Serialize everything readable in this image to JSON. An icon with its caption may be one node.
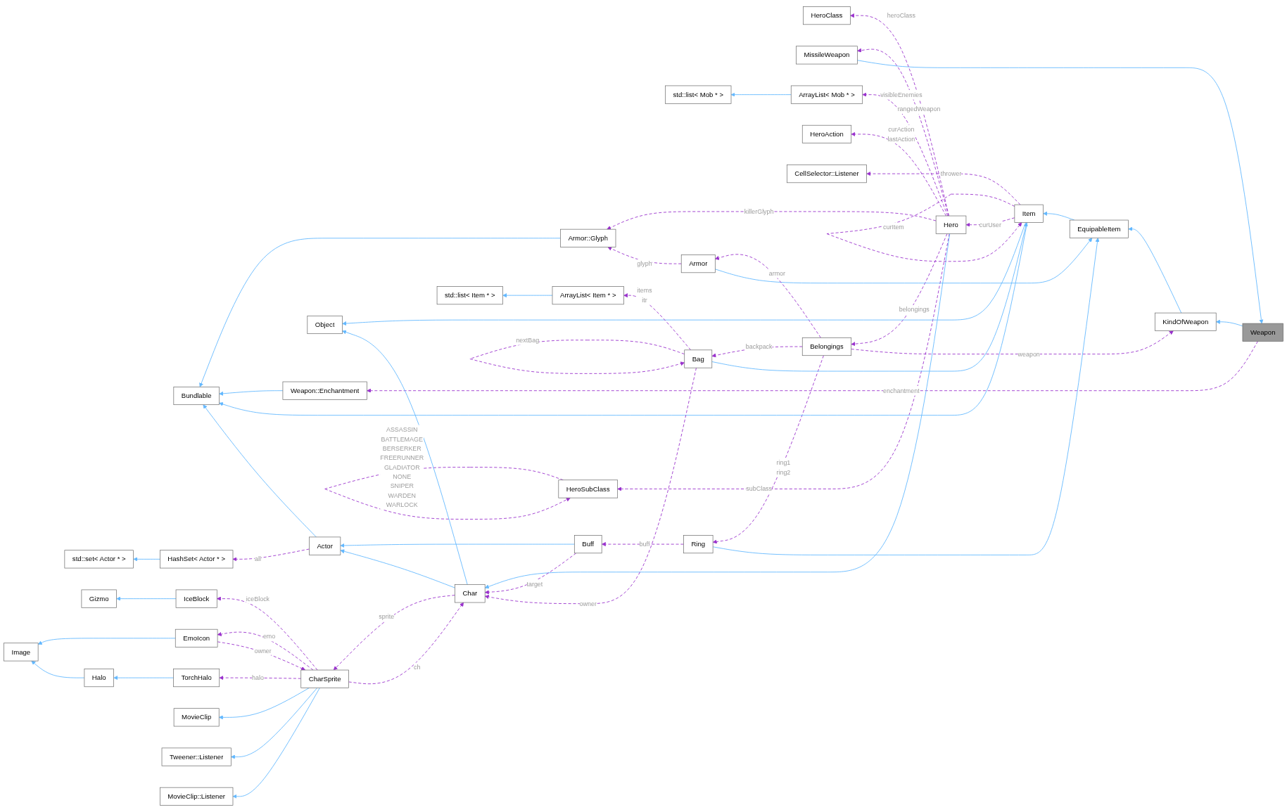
{
  "diagram": {
    "nodes": [
      {
        "text": [
          "Armor::Glyph"
        ]
      },
      {
        "text": [
          "HeroClass"
        ]
      },
      {
        "text": [
          "HeroSubClass"
        ]
      },
      {
        "text": [
          "Weapon"
        ]
      },
      {
        "text": [
          "MissileWeapon"
        ]
      },
      {
        "text": [
          "std::list< Mob * >"
        ]
      },
      {
        "text": [
          "ArrayList< Mob * >"
        ]
      },
      {
        "text": [
          "Hero"
        ]
      },
      {
        "text": [
          "Armor"
        ]
      },
      {
        "text": [
          "Weapon::Enchantment"
        ]
      },
      {
        "text": [
          "Bundlable"
        ]
      },
      {
        "text": [
          "HeroAction"
        ]
      },
      {
        "text": [
          "CellSelector::Listener"
        ]
      },
      {
        "text": [
          "EquipableItem"
        ]
      },
      {
        "text": [
          "KindOfWeapon"
        ]
      },
      {
        "text": [
          "Belongings"
        ]
      },
      {
        "text": [
          "Item"
        ]
      },
      {
        "text": [
          "Ring"
        ]
      },
      {
        "text": [
          "Object"
        ]
      },
      {
        "text": [
          "Buff"
        ]
      },
      {
        "text": [
          "std::set< Actor * >"
        ]
      },
      {
        "text": [
          "HashSet< Actor * >"
        ]
      },
      {
        "text": [
          "Actor"
        ]
      },
      {
        "text": [
          "Char"
        ]
      },
      {
        "text": [
          "Bag"
        ]
      },
      {
        "text": [
          "std::list< Item * >"
        ]
      },
      {
        "text": [
          "ArrayList< Item * >"
        ]
      },
      {
        "text": [
          "Image"
        ]
      },
      {
        "text": [
          "EmoIcon"
        ]
      },
      {
        "text": [
          "Gizmo"
        ]
      },
      {
        "text": [
          "IceBlock"
        ]
      },
      {
        "text": [
          "CharSprite"
        ]
      },
      {
        "text": [
          "Halo"
        ]
      },
      {
        "text": [
          "TorchHalo"
        ]
      },
      {
        "text": [
          "MovieClip"
        ]
      },
      {
        "text": [
          "Tweener::Listener"
        ]
      },
      {
        "text": [
          "MovieClip::Listener"
        ]
      }
    ],
    "edges": [
      {
        "from": 0,
        "to": 10,
        "arrow": "to",
        "color": "#63b8ff"
      },
      {
        "from": 3,
        "to": 14,
        "arrow": "to",
        "color": "#63b8ff"
      },
      {
        "from": 3,
        "to": 9,
        "arrow": "to",
        "label": "enchantment",
        "style": "dashed"
      },
      {
        "from": 2,
        "to": 2,
        "arrow": "to",
        "label": "ASSASSIN BATTLEMAGE BERSERKER FREERUNNER GLADIATOR NONE SNIPER WARDEN WARLOCK",
        "style": "dashed"
      },
      {
        "from": 4,
        "to": 3,
        "arrow": "to",
        "color": "#63b8ff"
      },
      {
        "from": 6,
        "to": 5,
        "arrow": "to",
        "color": "#63b8ff"
      },
      {
        "from": 7,
        "to": 0,
        "arrow": "to",
        "label": "killerGlyph",
        "style": "dashed"
      },
      {
        "from": 7,
        "to": 1,
        "arrow": "to",
        "label": "heroClass",
        "style": "dashed"
      },
      {
        "from": 7,
        "to": 2,
        "arrow": "to",
        "label": "subClass",
        "style": "dashed"
      },
      {
        "from": 7,
        "to": 4,
        "arrow": "to",
        "label": "rangedWeapon",
        "style": "dashed"
      },
      {
        "from": 7,
        "to": 6,
        "arrow": "to",
        "label": "visibleEnemies",
        "style": "dashed"
      },
      {
        "from": 7,
        "to": 11,
        "arrow": "to",
        "label": "curAction lastAction",
        "style": "dashed"
      },
      {
        "from": 7,
        "to": 15,
        "arrow": "to",
        "label": "belongings",
        "style": "dashed"
      },
      {
        "from": 7,
        "to": 23,
        "arrow": "to",
        "color": "#63b8ff"
      },
      {
        "from": 8,
        "to": 0,
        "arrow": "to",
        "label": "glyph",
        "style": "dashed"
      },
      {
        "from": 8,
        "to": 13,
        "arrow": "to",
        "color": "#63b8ff"
      },
      {
        "from": 9,
        "to": 10,
        "arrow": "to",
        "color": "#63b8ff"
      },
      {
        "from": 13,
        "to": 16,
        "arrow": "to",
        "color": "#63b8ff"
      },
      {
        "from": 14,
        "to": 13,
        "arrow": "to",
        "color": "#63b8ff"
      },
      {
        "from": 15,
        "to": 8,
        "arrow": "to",
        "label": "armor",
        "style": "dashed"
      },
      {
        "from": 15,
        "to": 14,
        "arrow": "to",
        "label": "weapon",
        "style": "dashed"
      },
      {
        "from": 15,
        "to": 17,
        "arrow": "to",
        "label": "ring1 ring2",
        "style": "dashed"
      },
      {
        "from": 15,
        "to": 24,
        "arrow": "to",
        "label": "backpack",
        "style": "dashed"
      },
      {
        "from": 16,
        "to": 7,
        "arrow": "to",
        "label": "curUser",
        "style": "dashed"
      },
      {
        "from": 16,
        "to": 16,
        "arrow": "to",
        "label": "curItem",
        "style": "dashed"
      },
      {
        "from": 16,
        "to": 12,
        "arrow": "to",
        "label": "thrower",
        "style": "dashed"
      },
      {
        "from": 16,
        "to": 10,
        "arrow": "to",
        "color": "#63b8ff"
      },
      {
        "from": 16,
        "to": 18,
        "arrow": "to",
        "color": "#63b8ff"
      },
      {
        "from": 17,
        "to": 13,
        "arrow": "to",
        "color": "#63b8ff"
      },
      {
        "from": 17,
        "to": 19,
        "arrow": "to",
        "label": "buff",
        "style": "dashed"
      },
      {
        "from": 19,
        "to": 22,
        "arrow": "to",
        "color": "#63b8ff"
      },
      {
        "from": 19,
        "to": 23,
        "arrow": "to",
        "label": "target",
        "style": "dashed"
      },
      {
        "from": 21,
        "to": 20,
        "arrow": "to",
        "color": "#63b8ff"
      },
      {
        "from": 22,
        "to": 21,
        "arrow": "to",
        "label": "all",
        "style": "dashed"
      },
      {
        "from": 22,
        "to": 10,
        "arrow": "to",
        "color": "#63b8ff"
      },
      {
        "from": 23,
        "to": 18,
        "arrow": "to",
        "color": "#63b8ff"
      },
      {
        "from": 23,
        "to": 22,
        "arrow": "to",
        "color": "#63b8ff"
      },
      {
        "from": 23,
        "to": 31,
        "arrow": "to",
        "label": "sprite",
        "style": "dashed"
      },
      {
        "from": 24,
        "to": 16,
        "arrow": "to",
        "color": "#63b8ff"
      },
      {
        "from": 24,
        "to": 23,
        "arrow": "to",
        "label": "owner",
        "style": "dashed"
      },
      {
        "from": 24,
        "to": 24,
        "arrow": "to",
        "label": "nextBag",
        "style": "dashed"
      },
      {
        "from": 24,
        "to": 26,
        "arrow": "to",
        "label": "items itr",
        "style": "dashed"
      },
      {
        "from": 26,
        "to": 25,
        "arrow": "to",
        "color": "#63b8ff"
      },
      {
        "from": 28,
        "to": 27,
        "arrow": "to",
        "color": "#63b8ff"
      },
      {
        "from": 28,
        "to": 31,
        "arrow": "to",
        "label": "owner",
        "style": "dashed"
      },
      {
        "from": 30,
        "to": 29,
        "arrow": "to",
        "color": "#63b8ff"
      },
      {
        "from": 31,
        "to": 23,
        "arrow": "to",
        "label": "ch",
        "style": "dashed"
      },
      {
        "from": 31,
        "to": 30,
        "arrow": "to",
        "label": "iceBlock",
        "style": "dashed"
      },
      {
        "from": 31,
        "to": 33,
        "arrow": "to",
        "label": "halo",
        "style": "dashed"
      },
      {
        "from": 31,
        "to": 28,
        "arrow": "to",
        "label": "emo",
        "style": "dashed"
      },
      {
        "from": 31,
        "to": 34,
        "arrow": "to",
        "color": "#63b8ff"
      },
      {
        "from": 31,
        "to": 35,
        "arrow": "to",
        "color": "#63b8ff"
      },
      {
        "from": 31,
        "to": 36,
        "arrow": "to",
        "color": "#63b8ff"
      },
      {
        "from": 32,
        "to": 27,
        "arrow": "to",
        "color": "#63b8ff"
      },
      {
        "from": 33,
        "to": 32,
        "arrow": "to",
        "color": "#63b8ff"
      }
    ]
  }
}
